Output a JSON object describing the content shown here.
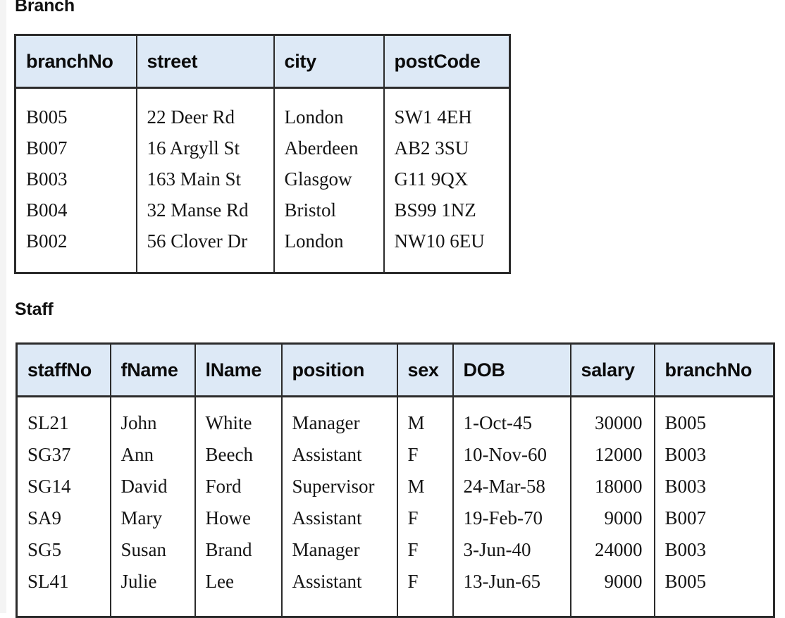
{
  "page": {
    "background_color": "#ffffff",
    "header_fill_color": "#dde9f6",
    "border_color": "#2b2b2b"
  },
  "branch": {
    "title": "Branch",
    "columns": [
      "branchNo",
      "street",
      "city",
      "postCode"
    ],
    "rows": [
      [
        "B005",
        "22 Deer Rd",
        "London",
        "SW1 4EH"
      ],
      [
        "B007",
        "16 Argyll St",
        "Aberdeen",
        "AB2 3SU"
      ],
      [
        "B003",
        "163 Main St",
        "Glasgow",
        "G11 9QX"
      ],
      [
        "B004",
        "32 Manse Rd",
        "Bristol",
        "BS99 1NZ"
      ],
      [
        "B002",
        "56 Clover Dr",
        "London",
        "NW10 6EU"
      ]
    ]
  },
  "staff": {
    "title": "Staff",
    "columns": [
      "staffNo",
      "fName",
      "lName",
      "position",
      "sex",
      "DOB",
      "salary",
      "branchNo"
    ],
    "rows": [
      [
        "SL21",
        "John",
        "White",
        "Manager",
        "M",
        "1-Oct-45",
        "30000",
        "B005"
      ],
      [
        "SG37",
        "Ann",
        "Beech",
        "Assistant",
        "F",
        "10-Nov-60",
        "12000",
        "B003"
      ],
      [
        "SG14",
        "David",
        "Ford",
        "Supervisor",
        "M",
        "24-Mar-58",
        "18000",
        "B003"
      ],
      [
        "SA9",
        "Mary",
        "Howe",
        "Assistant",
        "F",
        "19-Feb-70",
        "9000",
        "B007"
      ],
      [
        "SG5",
        "Susan",
        "Brand",
        "Manager",
        "F",
        "3-Jun-40",
        "24000",
        "B003"
      ],
      [
        "SL41",
        "Julie",
        "Lee",
        "Assistant",
        "F",
        "13-Jun-65",
        "9000",
        "B005"
      ]
    ]
  }
}
